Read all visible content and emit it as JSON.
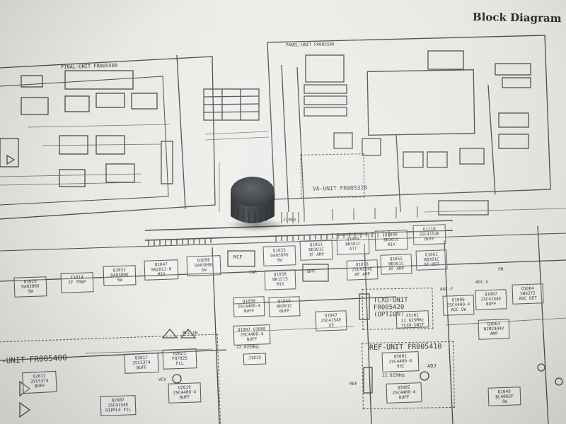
{
  "title": "Block Diagram",
  "units": [
    {
      "id": "final",
      "label": "FINAL-UNIT FR005500"
    },
    {
      "id": "panel",
      "label": "PANEL-UNIT FR005500"
    },
    {
      "id": "va",
      "label": "VA-UNIT FR005320"
    },
    {
      "id": "tcxo",
      "label": "TCXO-UNIT FR005420 (OPTION)"
    },
    {
      "id": "ref",
      "label": "REF-UNIT FR005410"
    },
    {
      "id": "unit",
      "label": "-UNIT FR005400"
    }
  ],
  "connector": "J1008",
  "blocks": [
    {
      "line1": "Q1029",
      "line2": "DA0380U",
      "line3": "SW"
    },
    {
      "line1": "T1014",
      "line2": "IF TRAP",
      "line3": ""
    },
    {
      "line1": "Q1031",
      "line2": "DA0380U",
      "line3": "SW"
    },
    {
      "line1": "Q1047",
      "line2": "SN2011-0",
      "line3": "MIX"
    },
    {
      "line1": "Q1056",
      "line2": "DA0380U",
      "line3": "SW"
    },
    {
      "line1": "Q1033",
      "line2": "DA0380U",
      "line3": "SW"
    },
    {
      "line1": "Q1051",
      "line2": "BB301C",
      "line3": "IF AMP"
    },
    {
      "line1": "Q1083",
      "line2": "BB301C",
      "line3": "ATT"
    },
    {
      "line1": "Q1090",
      "line2": "BB301C",
      "line3": "MIX"
    },
    {
      "line1": "Q1110",
      "line2": "2SC4154E",
      "line3": "BUFF"
    },
    {
      "line1": "Q1038",
      "line2": "BN1513",
      "line3": "MIX"
    },
    {
      "line1": "Q1078",
      "line2": "2SC4154E",
      "line3": "AF AMP"
    },
    {
      "line1": "Q1052",
      "line2": "BB301C",
      "line3": "AF AMP"
    },
    {
      "line1": "Q1061",
      "line2": "BB301C",
      "line3": "AF DET"
    },
    {
      "line1": "Q1030",
      "line2": "2SC4400-4",
      "line3": "BUFF"
    },
    {
      "line1": "Q1040",
      "line2": "BB301C",
      "line3": "BUFF"
    },
    {
      "line1": "Q1047",
      "line2": "2SC4154E",
      "line3": "X3"
    },
    {
      "line1": "X5101",
      "line2": "22.625MHz",
      "line3": "TCXO-UNIT"
    },
    {
      "line1": "Q1087 Q1088",
      "line2": "2SC4400-4",
      "line3": "BUFF"
    },
    {
      "line1": "J1019",
      "line2": "",
      "line3": ""
    },
    {
      "line1": "Q1096",
      "line2": "2SC4400-4",
      "line3": "AGC SW"
    },
    {
      "line1": "Q1067",
      "line2": "2SC4154E",
      "line3": "BUFF"
    },
    {
      "line1": "Q1084",
      "line2": "SN6372",
      "line3": "AGC DET"
    },
    {
      "line1": "Q1063",
      "line2": "NJM2904V",
      "line3": "AMP"
    },
    {
      "line1": "Q5001",
      "line2": "2SC4400-4",
      "line3": "OSC"
    },
    {
      "line1": "Q5002",
      "line2": "2SC4400-4",
      "line3": "BUFF"
    },
    {
      "line1": "Q2017",
      "line2": "2SC5374",
      "line3": "BUFF"
    },
    {
      "line1": "Q2021",
      "line2": "FQ7925",
      "line3": "PLL"
    },
    {
      "line1": "Q2019",
      "line2": "2SC4400-4",
      "line3": "BUFF"
    },
    {
      "line1": "Q2007",
      "line2": "2SC4154E",
      "line3": "RIPPLE FIL"
    },
    {
      "line1": "Q2011",
      "line2": "2SC5374",
      "line3": "BUFF"
    },
    {
      "line1": "Q1049",
      "line2": "BL406SF",
      "line3": "SW"
    }
  ],
  "labels": [
    "MCF",
    "BPF",
    "CAR",
    "FM",
    "AGC-F",
    "AGC-V",
    "REF",
    "VCV",
    "PLL CK",
    "22.625MHz",
    "ADJ"
  ],
  "freq": "22.625MHz"
}
